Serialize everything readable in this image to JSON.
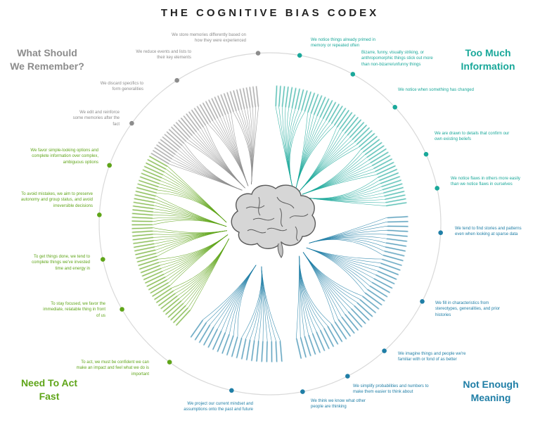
{
  "title": "THE COGNITIVE BIAS CODEX",
  "quadrants": {
    "memory": "What Should We Remember?",
    "information": "Too Much Information",
    "fast": "Need To Act Fast",
    "meaning": "Not Enough Meaning"
  },
  "colors": {
    "memory": "#8c8c8c",
    "information": "#1aa89a",
    "fast": "#5fa519",
    "meaning": "#1f7ea6",
    "ring": "#d9d9d9",
    "brain": "#5a5a5a"
  },
  "categories": {
    "memory_1": "We store memories differently based on how they were experienced",
    "memory_2": "We reduce events and lists to their key elements",
    "memory_3": "We discard specifics to form generalities",
    "memory_4": "We edit and reinforce some memories after the fact",
    "info_1": "We notice things already primed in memory or repeated often",
    "info_2": "Bizarre, funny, visually striking, or anthropomorphic things stick out more than non-bizarre/unfunny things",
    "info_3": "We notice when something has changed",
    "info_4": "We are drawn to details that confirm our own existing beliefs",
    "info_5": "We notice flaws in others more easily than we notice flaws in ourselves",
    "meaning_1": "We tend to find stories and patterns even when looking at sparse data",
    "meaning_2": "We fill in characteristics from stereotypes, generalities, and prior histories",
    "meaning_3": "We imagine things and people we're familiar with or fond of as better",
    "meaning_4": "We simplify probabilities and numbers to make them easier to think about",
    "meaning_5": "We think we know what other people are thinking",
    "meaning_6": "We project our current mindset and assumptions onto the past and future",
    "fast_1": "To act, we must be confident we can make an impact and feel what we do is important",
    "fast_2": "To stay focused, we favor the immediate, relatable thing in front of us",
    "fast_3": "To get things done, we tend to complete things we've invested time and energy in",
    "fast_4": "To avoid mistakes, we aim to preserve autonomy and group status, and avoid irreversible decisions",
    "fast_5": "We favor simple-looking options and complete information over complex, ambiguous options"
  }
}
